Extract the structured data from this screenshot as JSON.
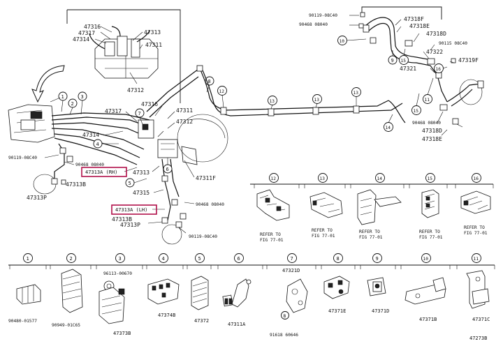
{
  "diagram": {
    "id_code": "47273B",
    "highlighted_callouts": [
      "47313A (RH)",
      "47313A (LH)"
    ],
    "highlight_color": "#b0104a",
    "callout_numbers": [
      "1",
      "2",
      "3",
      "4",
      "5",
      "6",
      "7",
      "8",
      "9",
      "10",
      "11",
      "12",
      "13",
      "14",
      "15",
      "16"
    ],
    "master_cylinder_labels": [
      "47316",
      "47317",
      "47314",
      "47313",
      "47311",
      "47312"
    ],
    "main_labels": {
      "l47317": "47317",
      "l47316": "47316",
      "l47311": "47311",
      "l47312": "47312",
      "l47314": "47314",
      "l90119a": "90119-08C40",
      "l90468a": "90468 08040",
      "l47313a_rh": "47313A (RH)",
      "l47313b_a": "47313B",
      "l47313p_a": "47313P",
      "l47313": "47313",
      "l47311f": "47311F",
      "l47315": "47315",
      "l90468b": "90468 08040",
      "l47313a_lh": "47313A (LH)",
      "l47313b_b": "47313B",
      "l47313p_b": "47313P",
      "l90119b": "90119-08C40"
    },
    "rear_labels": {
      "r90119": "90119-08C40",
      "r90468": "90468 08040",
      "r47318f": "47318F",
      "r47318e": "47318E",
      "r47318d": "47318D",
      "r90115": "90115 08C40",
      "r47322": "47322",
      "r47319f": "47319F",
      "r47321": "47321",
      "r90468b": "90468 08040",
      "r47318d_b": "47318D",
      "r47318e_b": "47318E"
    },
    "clamp_panel": {
      "items": [
        {
          "num": "12",
          "ref": "REFER TO",
          "fig": "FIG 77-01"
        },
        {
          "num": "13",
          "ref": "REFER TO",
          "fig": "FIG 77-01"
        },
        {
          "num": "14",
          "ref": "REFER TO",
          "fig": "FIG 77-01"
        },
        {
          "num": "15",
          "ref": "REFER TO",
          "fig": "FIG 77-01"
        },
        {
          "num": "16",
          "ref": "REFER TO",
          "fig": "FIG 77-01"
        }
      ]
    },
    "bottom_row": [
      {
        "num": "1",
        "parts": [
          "90480-01577"
        ]
      },
      {
        "num": "2",
        "parts": [
          "90949-01C65"
        ]
      },
      {
        "num": "3",
        "parts": [
          "96113-00670",
          "47373B"
        ]
      },
      {
        "num": "4",
        "parts": [
          "47374B"
        ]
      },
      {
        "num": "5",
        "parts": [
          "47372"
        ]
      },
      {
        "num": "6",
        "parts": [
          "47311A"
        ]
      },
      {
        "num": "7",
        "parts": [
          "47321D",
          "B",
          "91618 60646"
        ]
      },
      {
        "num": "8",
        "parts": [
          "47371E"
        ]
      },
      {
        "num": "9",
        "parts": [
          "47371D"
        ]
      },
      {
        "num": "10",
        "parts": [
          "47371B"
        ]
      },
      {
        "num": "11",
        "parts": [
          "47371C"
        ]
      }
    ]
  }
}
